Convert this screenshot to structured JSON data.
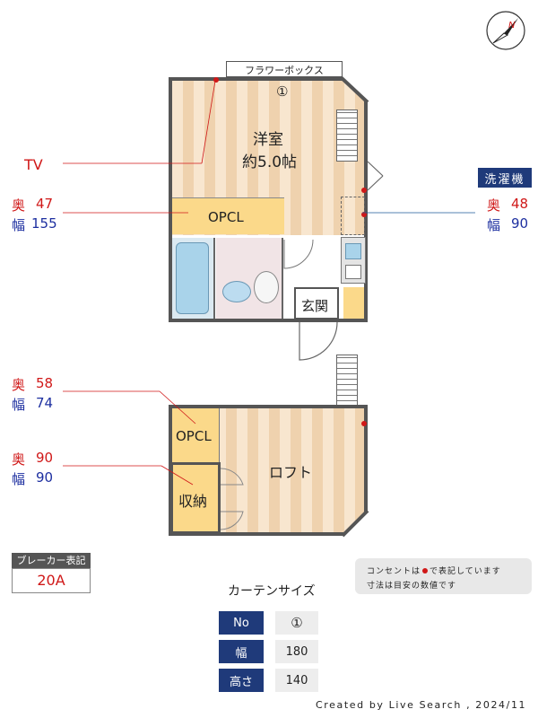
{
  "compass": {
    "north_label": "N"
  },
  "flower_box": {
    "label": "フラワーボックス",
    "number": "①"
  },
  "rooms": {
    "western_room": {
      "name": "洋室",
      "size": "約5.0帖"
    },
    "opcl_lower_floor": "OPCL",
    "entrance": "玄関",
    "opcl_loft": "OPCL",
    "storage": "収納",
    "loft": "ロフト"
  },
  "annotations": {
    "tv": "TV",
    "depth_label": "奥",
    "width_label": "幅",
    "opcl_main": {
      "depth": "47",
      "width": "155"
    },
    "washer": {
      "title": "洗濯機",
      "depth": "48",
      "width": "90"
    },
    "opcl_loft": {
      "depth": "58",
      "width": "74"
    },
    "storage": {
      "depth": "90",
      "width": "90"
    }
  },
  "breaker": {
    "title": "ブレーカー表記",
    "value": "20A"
  },
  "note": {
    "line1_pre": "コンセントは",
    "line1_post": "で表記しています",
    "line2": "寸法は目安の数値です"
  },
  "curtain": {
    "title": "カーテンサイズ",
    "rows": [
      {
        "label": "No",
        "value": "①"
      },
      {
        "label": "幅",
        "value": "180"
      },
      {
        "label": "高さ",
        "value": "140"
      }
    ]
  },
  "credit": "Created by Live Search , 2024/11",
  "colors": {
    "outlet": "#d01818",
    "navy": "#1f3a7a",
    "closet": "#fbd98a"
  }
}
